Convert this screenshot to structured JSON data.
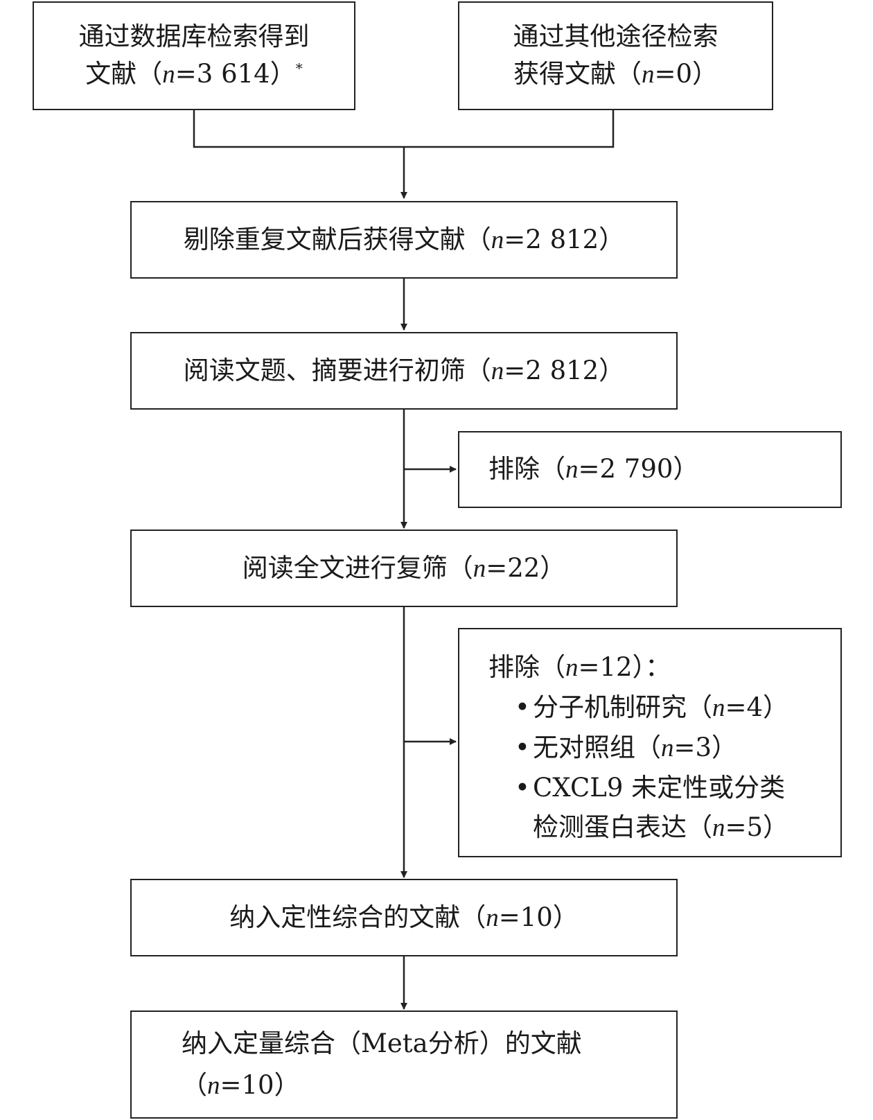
{
  "nodes": {
    "database": {
      "line1": "通过数据库检索得到",
      "line2_pre": "文献（",
      "n": "n",
      "line2_post": "=3 614）",
      "sup": "*"
    },
    "other": {
      "line1": "通过其他途径检索",
      "line2_pre": "获得文献（",
      "n": "n",
      "line2_post": "=0）"
    },
    "dedup": {
      "pre": "剔除重复文献后获得文献（",
      "n": "n",
      "post": "=2 812）"
    },
    "screen": {
      "pre": "阅读文题、摘要进行初筛（",
      "n": "n",
      "post": "=2 812）"
    },
    "exclude1": {
      "pre": "排除（",
      "n": "n",
      "post": "=2 790）"
    },
    "fulltext": {
      "pre": "阅读全文进行复筛（",
      "n": "n",
      "post": "=22）"
    },
    "exclude2": {
      "head_pre": "排除（",
      "n": "n",
      "head_post": "=12）：",
      "bullet": "•",
      "items": [
        {
          "pre": "分子机制研究（",
          "n": "n",
          "post": "=4）"
        },
        {
          "pre": "无对照组（",
          "n": "n",
          "post": "=3）"
        },
        {
          "pre": "CXCL9 未定性或分类",
          "n": "",
          "post": ""
        }
      ],
      "cont_pre": "检测蛋白表达（",
      "cont_n": "n",
      "cont_post": "=5）"
    },
    "qualitative": {
      "pre": "纳入定性综合的文献（",
      "n": "n",
      "post": "=10）"
    },
    "quantitative": {
      "line1": "纳入定量综合（Meta分析）的文献",
      "line2_pre": "（",
      "n": "n",
      "line2_post": "=10）"
    }
  }
}
